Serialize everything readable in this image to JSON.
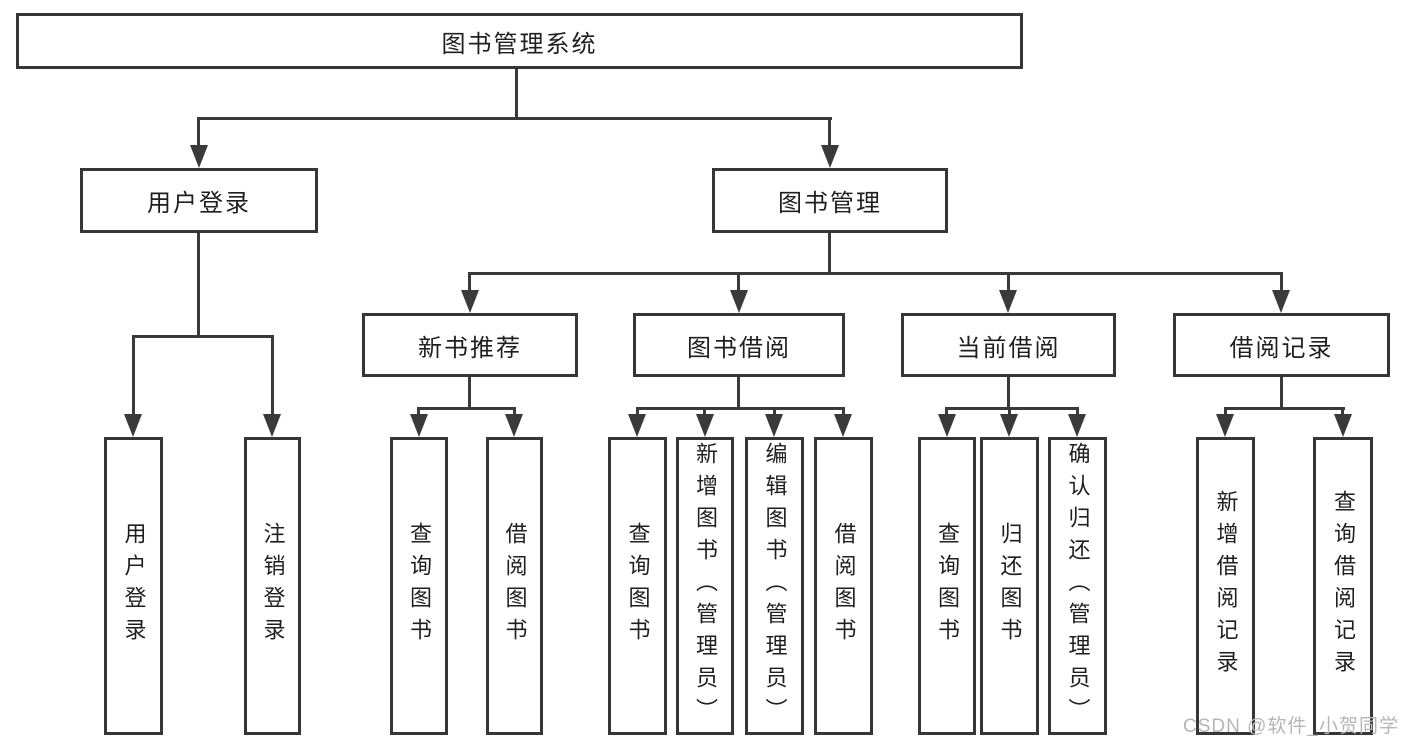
{
  "diagram": {
    "title": "图书管理系统",
    "root": {
      "label": "图书管理系统"
    },
    "level2": [
      {
        "label": "用户登录"
      },
      {
        "label": "图书管理"
      }
    ],
    "level3": [
      {
        "label": "新书推荐",
        "parent": "图书管理"
      },
      {
        "label": "图书借阅",
        "parent": "图书管理"
      },
      {
        "label": "当前借阅",
        "parent": "图书管理"
      },
      {
        "label": "借阅记录",
        "parent": "图书管理"
      }
    ],
    "leaves": [
      {
        "label": "用户登录",
        "parent": "用户登录"
      },
      {
        "label": "注销登录",
        "parent": "用户登录"
      },
      {
        "label": "查询图书",
        "parent": "新书推荐"
      },
      {
        "label": "借阅图书",
        "parent": "新书推荐"
      },
      {
        "label": "查询图书",
        "parent": "图书借阅"
      },
      {
        "label": "新增图书（管理员）",
        "parent": "图书借阅"
      },
      {
        "label": "编辑图书（管理员）",
        "parent": "图书借阅"
      },
      {
        "label": "借阅图书",
        "parent": "图书借阅"
      },
      {
        "label": "查询图书",
        "parent": "当前借阅"
      },
      {
        "label": "归还图书",
        "parent": "当前借阅"
      },
      {
        "label": "确认归还（管理员）",
        "parent": "当前借阅"
      },
      {
        "label": "新增借阅记录",
        "parent": "借阅记录"
      },
      {
        "label": "查询借阅记录",
        "parent": "借阅记录"
      }
    ]
  },
  "watermark": {
    "text": "CSDN @软件_小贺同学"
  },
  "colors": {
    "line": "#3a3a3a",
    "box_border": "#363636",
    "text": "#1f1f1f",
    "watermark": "#b5b5ba",
    "background": "#ffffff"
  }
}
